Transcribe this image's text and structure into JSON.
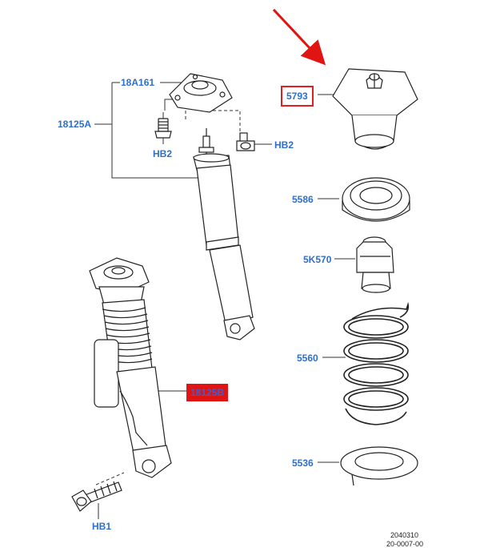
{
  "callouts": {
    "mount": "18A161",
    "assembly_a": "18125A",
    "bolt_hb2_left": "HB2",
    "bolt_hb2_right": "HB2",
    "cap": "5793",
    "upper_seat": "5586",
    "bump_stop": "5K570",
    "spring": "5560",
    "lower_seat": "5536",
    "strut_b": "18125B",
    "bolt_hb1": "HB1"
  },
  "footer": {
    "code": "2040310",
    "code_partial": "20-0007-00"
  },
  "colors": {
    "callout_text": "#2f6fc9",
    "highlight_red": "#e11414",
    "line": "#333333"
  }
}
